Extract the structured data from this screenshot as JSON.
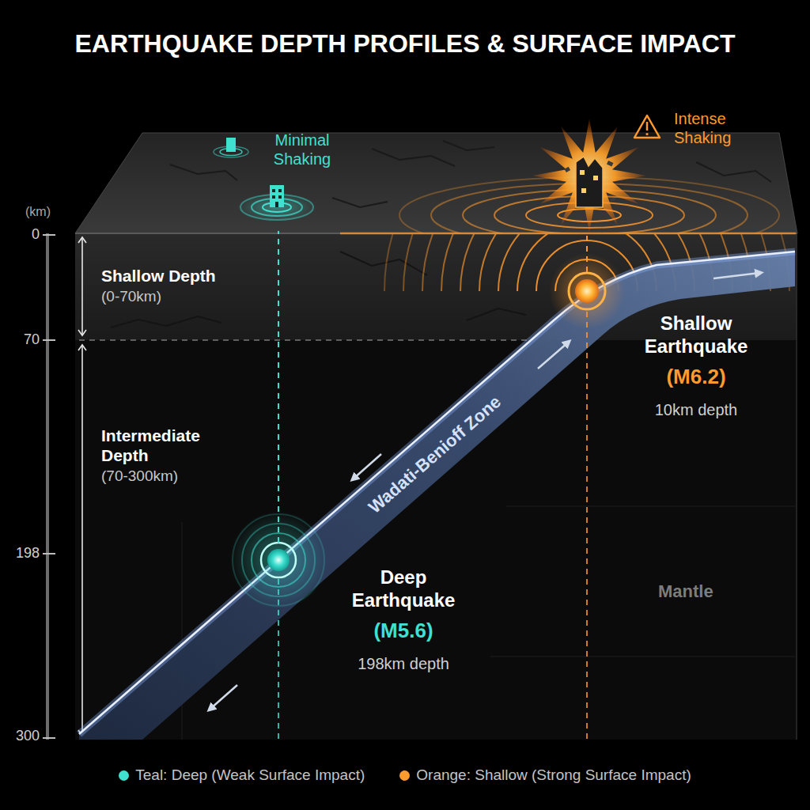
{
  "diagram": {
    "title": "EARTHQUAKE DEPTH PROFILES & SURFACE IMPACT",
    "nodes": [
      {
        "text": [
          "Minimal Shaking"
        ]
      },
      {
        "text": [
          "Intense Shaking"
        ]
      },
      {
        "text": [
          "Shallow Earthquake",
          "(M6.2)",
          "10km depth"
        ]
      },
      {
        "text": [
          "Deep Earthquake",
          "(M5.6)",
          "198km depth"
        ]
      }
    ],
    "edges": [
      {
        "from": 2,
        "to": 1,
        "arrow": "none"
      },
      {
        "from": 3,
        "to": 0,
        "arrow": "none"
      }
    ],
    "labels": [
      "(km)",
      "0",
      "70",
      "198",
      "300",
      "Shallow Depth",
      "(0-70km)",
      "Intermediate Depth",
      "(70-300km)",
      "Wadati-Benioff Zone",
      "Mantle"
    ],
    "legend": [
      {
        "text": "Teal: Deep (Weak Surface Impact)",
        "color": "#3fe0d0"
      },
      {
        "text": "Orange: Shallow (Strong Surface Impact)",
        "color": "#ff9a2e"
      }
    ]
  }
}
